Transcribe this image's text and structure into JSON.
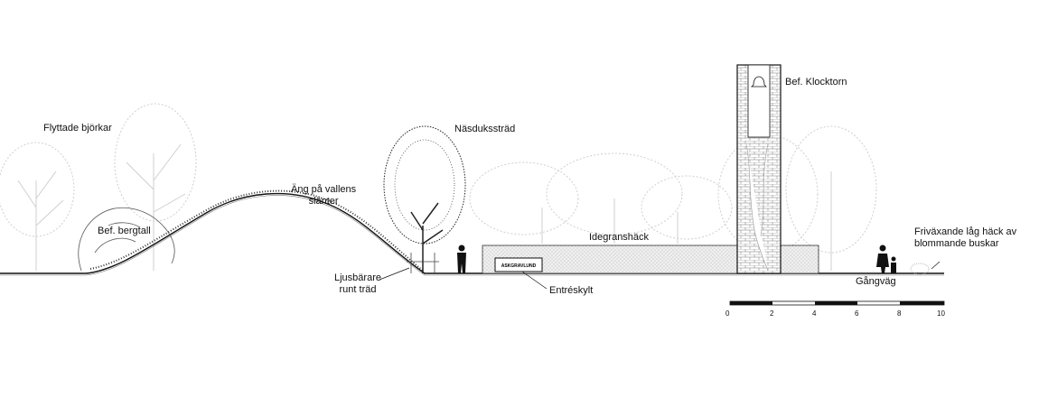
{
  "labels": {
    "moved_birches": "Flyttade björkar",
    "existing_pine": "Bef. bergtall",
    "meadow_line1": "Äng på vallens",
    "meadow_line2": "slänter",
    "dove_tree": "Näsdukssträd",
    "light_line1": "Ljusbärare",
    "light_line2": "runt träd",
    "bell_tower": "Bef. Klocktorn",
    "yew_hedge": "Idegranshäck",
    "entrance_sign": "Entréskylt",
    "path": "Gångväg",
    "hedge_line1": "Friväxande låg häck av",
    "hedge_line2": "blommande buskar"
  },
  "sign_text": "ASKGRAVLUND",
  "scale_bar": {
    "ticks": [
      "0",
      "2",
      "4",
      "6",
      "8",
      "10"
    ]
  },
  "colors": {
    "line": "#111111",
    "background_trees": "#c8c8c8",
    "hedge_fill": "#e6e6e6"
  }
}
